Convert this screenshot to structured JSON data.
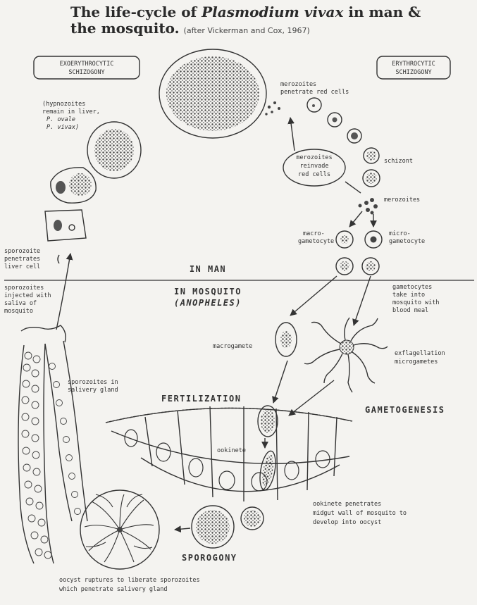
{
  "title": {
    "pre": "The life-cycle of ",
    "species": "Plasmodium vivax",
    "post": " in man &",
    "line2": "the mosquito.",
    "credit": "(after Vickerman and Cox, 1967)"
  },
  "phases": {
    "exo": [
      "EXOERYTHROCYTIC",
      "SCHIZOGONY"
    ],
    "ery": [
      "ERYTHROCYTIC",
      "SCHIZOGONY"
    ],
    "in_man": "IN MAN",
    "in_mosquito": "IN MOSQUITO",
    "anopheles": "(ANOPHELES)",
    "fertilization": "FERTILIZATION",
    "gametogenesis": "GAMETOGENESIS",
    "sporogony": "SPOROGONY"
  },
  "labels": {
    "merozoites_penetrate": [
      "merozoites",
      "penetrate red cells"
    ],
    "hypnozoites": [
      "(hypnozoites",
      "remain in liver,",
      "P. ovale",
      "P. vivax)"
    ],
    "merozoites_reinvade": [
      "merozoites",
      "reinvade",
      "red cells"
    ],
    "schizont": "schizont",
    "merozoites": "merozoites",
    "macrogametocyte": [
      "macro-",
      "gametocyte"
    ],
    "microgametocyte": [
      "micro-",
      "gametocyte"
    ],
    "sporozoite_liver": [
      "sporozoite",
      "penetrates",
      "liver cell"
    ],
    "sporozoites_injected": [
      "sporozoites",
      "injected with",
      "saliva of",
      "mosquito"
    ],
    "gametocytes_take": [
      "gametocytes",
      "take into",
      "mosquito with",
      "blood meal"
    ],
    "macrogamete": "macrogamete",
    "exflagellation": [
      "exflagellation",
      "microgametes"
    ],
    "sporozoites_gland": [
      "sporozoites in",
      "salivery gland"
    ],
    "ookinete": "ookinete",
    "ookinete_penetrates": [
      "ookinete penetrates",
      "midgut wall of mosquito to",
      "develop into oocyst"
    ],
    "oocyst_ruptures": [
      "oocyst ruptures to liberate sporozoites",
      "which penetrate salivery gland"
    ]
  }
}
